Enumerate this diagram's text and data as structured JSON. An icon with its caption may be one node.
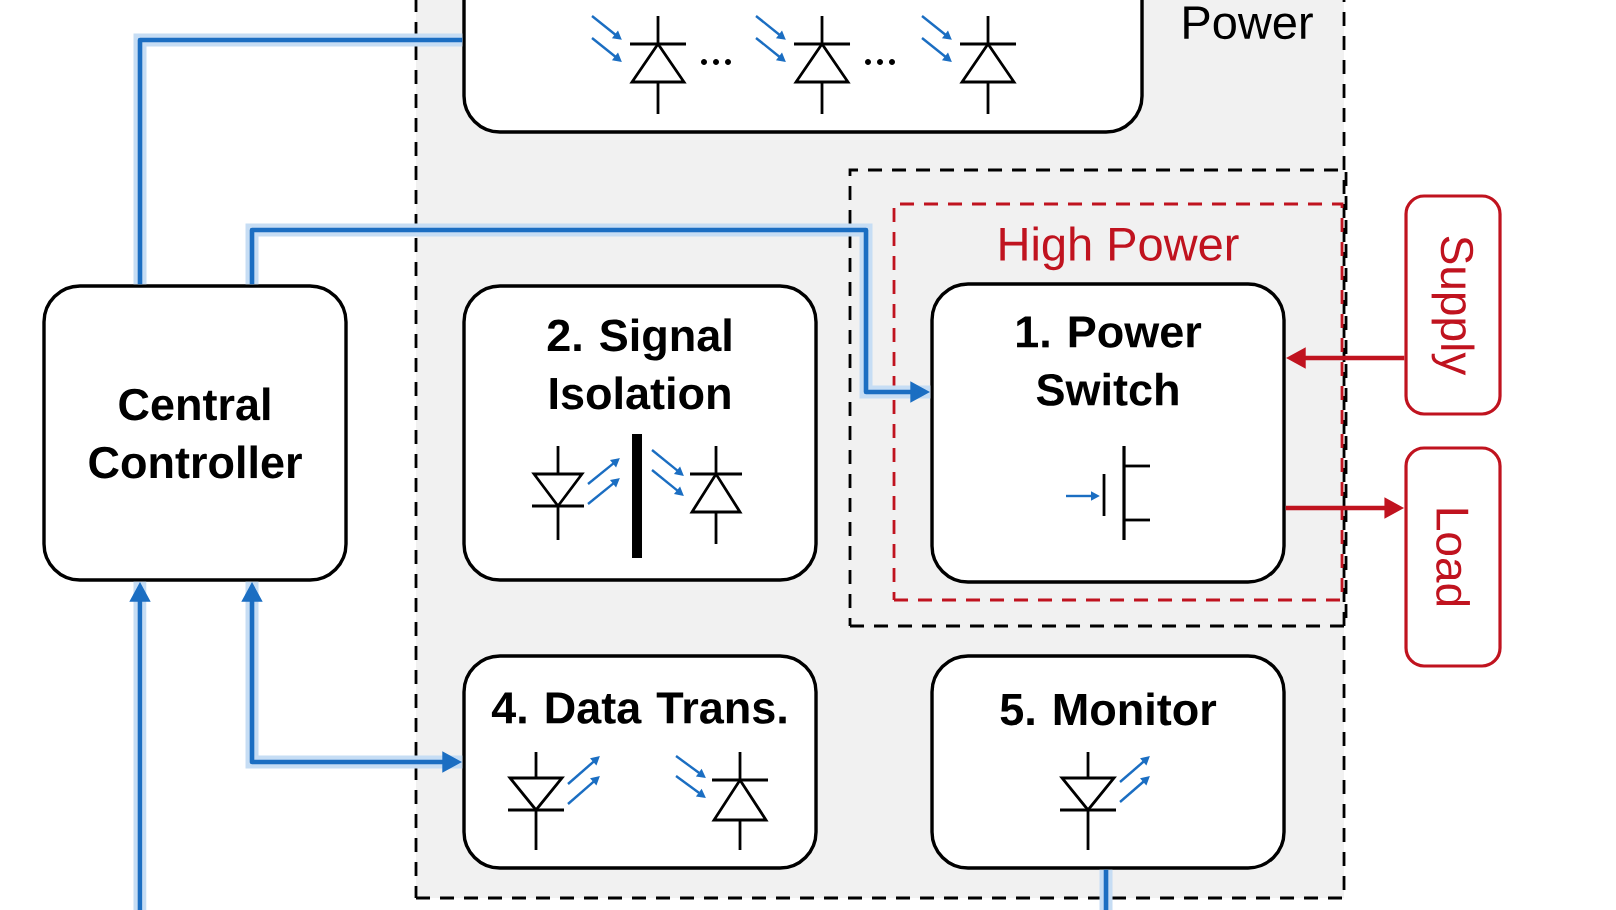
{
  "diagram": {
    "nodes": [
      {
        "text": [
          "Power"
        ]
      },
      {
        "text": [],
        "shape": "box"
      },
      {
        "text": [],
        "shape": "box",
        "in": 0
      },
      {
        "text": [
          "High Power"
        ],
        "in": 2
      },
      {
        "text": [
          "Central Controller"
        ]
      },
      {
        "text": [
          "2. Signal Isolation"
        ],
        "in": 0
      },
      {
        "text": [
          "1. Power Switch"
        ],
        "in": 3
      },
      {
        "text": [
          "Supply"
        ]
      },
      {
        "text": [
          "Load"
        ]
      },
      {
        "text": [
          "4. Data Trans."
        ],
        "in": 0
      },
      {
        "text": [
          "5. Monitor"
        ],
        "in": 0
      }
    ],
    "edges": [
      {
        "from": 4,
        "to": 1,
        "arrow": "none"
      },
      {
        "from": 4,
        "to": 6,
        "arrow": "to"
      },
      {
        "from": 4,
        "to": 9,
        "arrow": "both"
      },
      {
        "from": null,
        "to": 4,
        "arrow": "to"
      },
      {
        "from": 10,
        "to": null,
        "arrow": "none"
      },
      {
        "from": 7,
        "to": 6,
        "arrow": "to",
        "color": "#c0131f"
      },
      {
        "from": 6,
        "to": 8,
        "arrow": "to",
        "color": "#c0131f"
      }
    ]
  }
}
